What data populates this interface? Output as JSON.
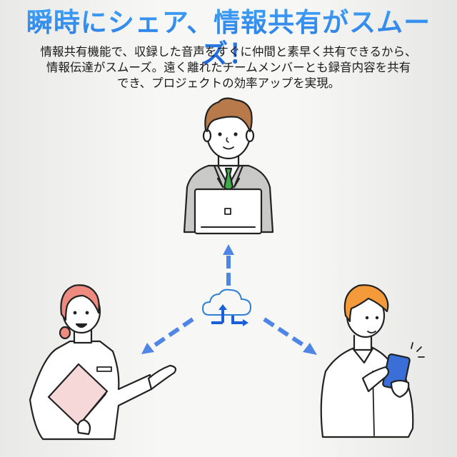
{
  "header": {
    "title": "瞬時にシェア、情報共有がスムーズ！"
  },
  "description": {
    "lines": [
      "情報共有機能で、収録した音声をすぐに仲間と素早く共有できるから、",
      "情報伝達がスムーズ。遠く離れたチームメンバーとも録音内容を共有",
      "でき、プロジェクトの効率アップを実現。"
    ]
  },
  "illustration": {
    "center": "cloud-sync-icon",
    "people": [
      {
        "role": "businessman-with-laptop",
        "position": "top",
        "hair_color": "#b87a4b",
        "tie_color": "#3dab4a",
        "suit_color": "#c8c8c6"
      },
      {
        "role": "woman-in-lab-coat-with-folder",
        "position": "bottom-left",
        "hair_color": "#ef8a80",
        "folder_color": "#f6d8d8"
      },
      {
        "role": "man-with-smartphone",
        "position": "bottom-right",
        "hair_color": "#f49a3a",
        "phone_color": "#3a6fd8"
      }
    ],
    "arrow_color": "#4f86e6",
    "icon_color": "#1a5fd8"
  },
  "colors": {
    "title_top": "#3fa0f5",
    "title_bottom": "#1a5fd8",
    "text": "#1a1a1a"
  }
}
